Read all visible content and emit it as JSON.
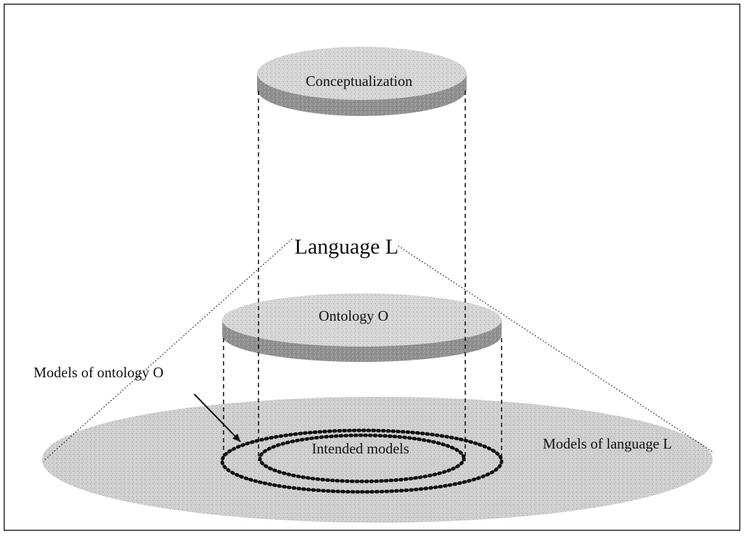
{
  "diagram": {
    "labels": {
      "conceptualization": "Conceptualization",
      "language": "Language L",
      "ontology": "Ontology O",
      "models_of_ontology": "Models of ontology O",
      "intended_models": "Intended models",
      "models_of_language": "Models of language L"
    },
    "colors": {
      "disk_top": "#d6d6d6",
      "disk_side": "#8f8f8f",
      "base": "#cfcfcf",
      "line": "#111111",
      "frame": "#222222"
    }
  }
}
